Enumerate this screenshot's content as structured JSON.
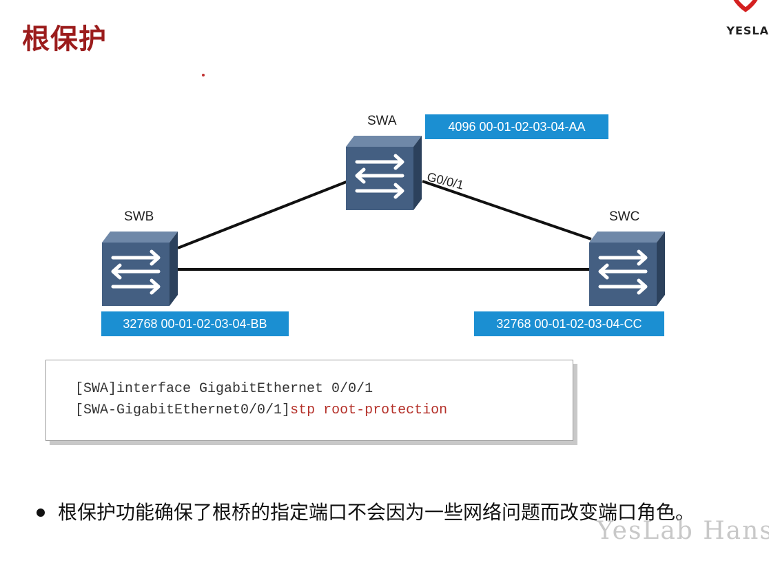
{
  "slide": {
    "title": "根保护",
    "logo_text": "YESLA",
    "watermark": "YesLab Hans"
  },
  "diagram": {
    "switches": {
      "swa": {
        "name": "SWA",
        "id_label": "4096 00-01-02-03-04-AA"
      },
      "swb": {
        "name": "SWB",
        "id_label": "32768 00-01-02-03-04-BB"
      },
      "swc": {
        "name": "SWC",
        "id_label": "32768 00-01-02-03-04-CC"
      }
    },
    "port_label": "G0/0/1",
    "colors": {
      "id_box": "#1b8fd2",
      "switch_body": "#3f5a7c",
      "link": "#111111"
    }
  },
  "config": {
    "line1": "[SWA]interface GigabitEthernet 0/0/1",
    "line2_prompt": "[SWA-GigabitEthernet0/0/1]",
    "line2_command": "stp root-protection",
    "command_color": "#b5322b"
  },
  "bullets": [
    "根保护功能确保了根桥的指定端口不会因为一些网络问题而改变端口角色。"
  ]
}
